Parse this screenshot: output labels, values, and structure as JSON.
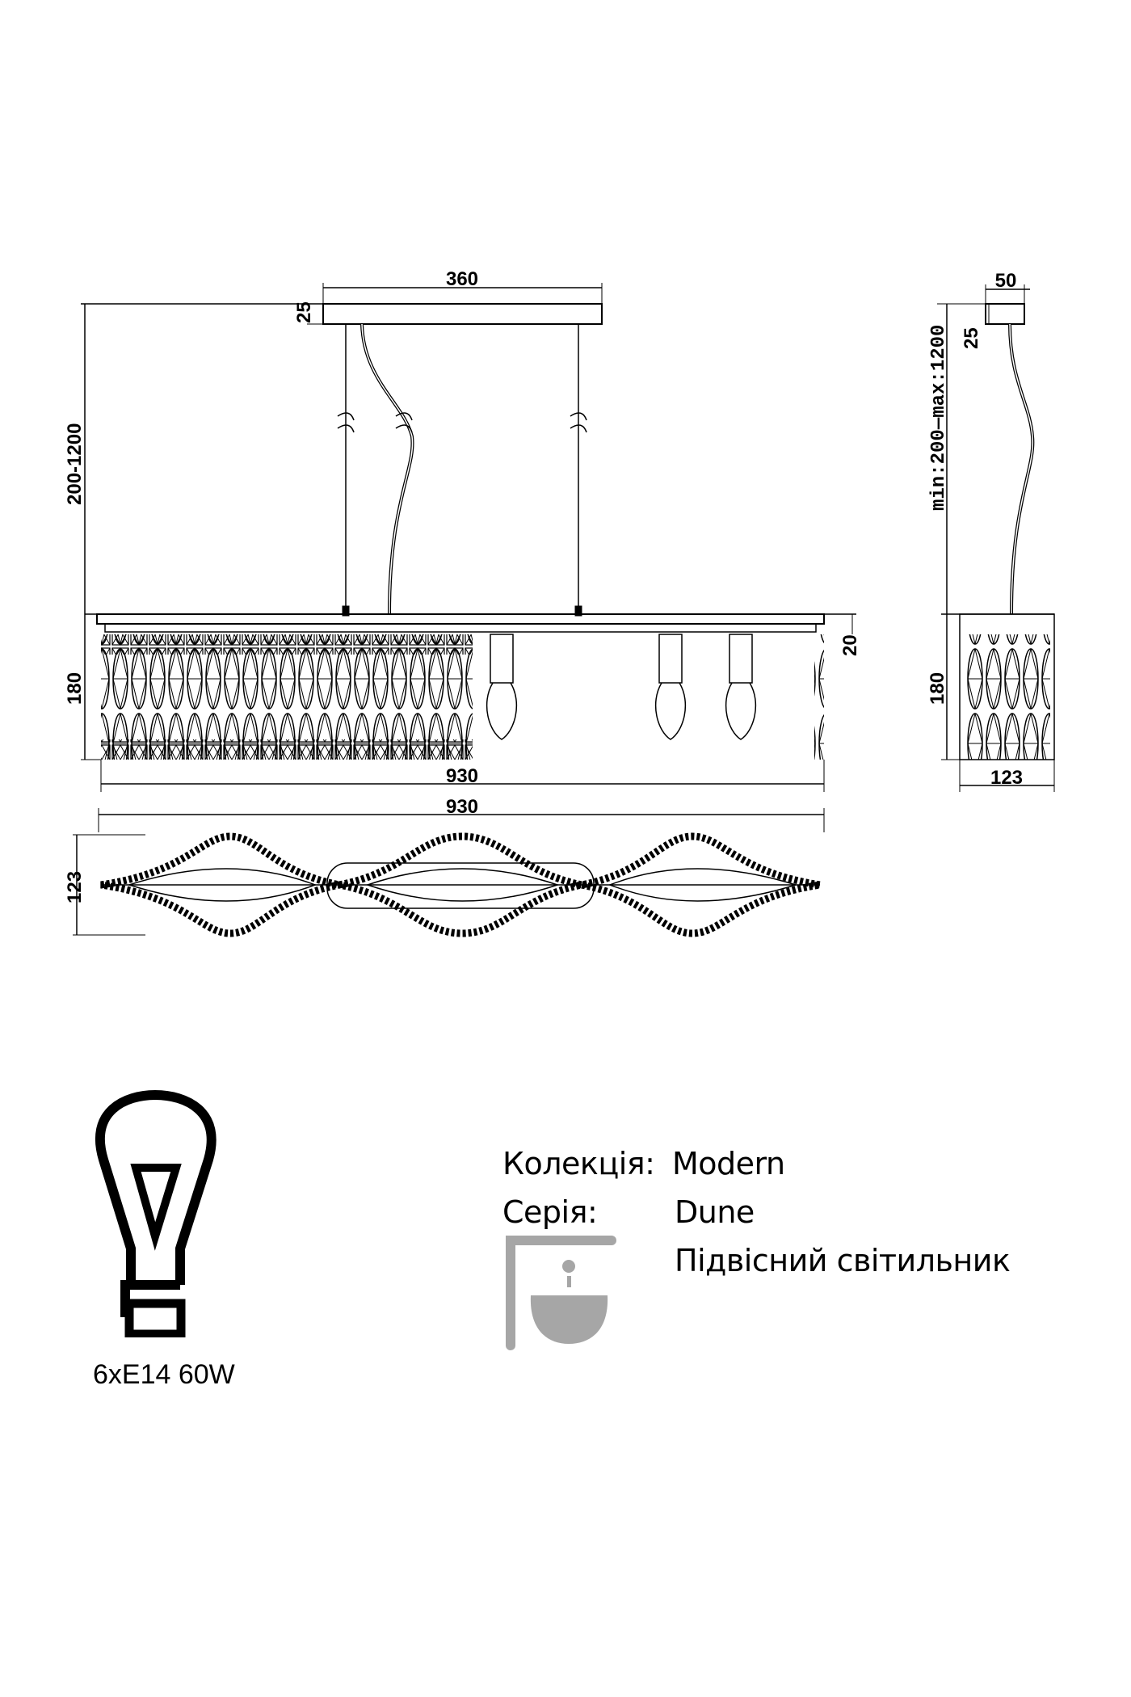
{
  "dimensions": {
    "plate_width": "360",
    "plate_height": "25",
    "suspension_length": "200-1200",
    "body_height": "180",
    "bar_height": "20",
    "body_length": "930",
    "top_view_length": "930",
    "top_view_width": "123",
    "side_plate_width": "50",
    "side_plate_height": "25",
    "side_suspension": "min:200—max:1200",
    "side_body_height": "180",
    "side_body_width": "123"
  },
  "lamp_spec": "6xE14 60W",
  "info": {
    "collection_label": "Колекція:",
    "collection_value": "Modern",
    "series_label": "Серія:",
    "series_value": "Dune",
    "type_value": "Підвісний світильник"
  },
  "colors": {
    "line": "#000000",
    "icon_gray": "#a6a6a6"
  }
}
